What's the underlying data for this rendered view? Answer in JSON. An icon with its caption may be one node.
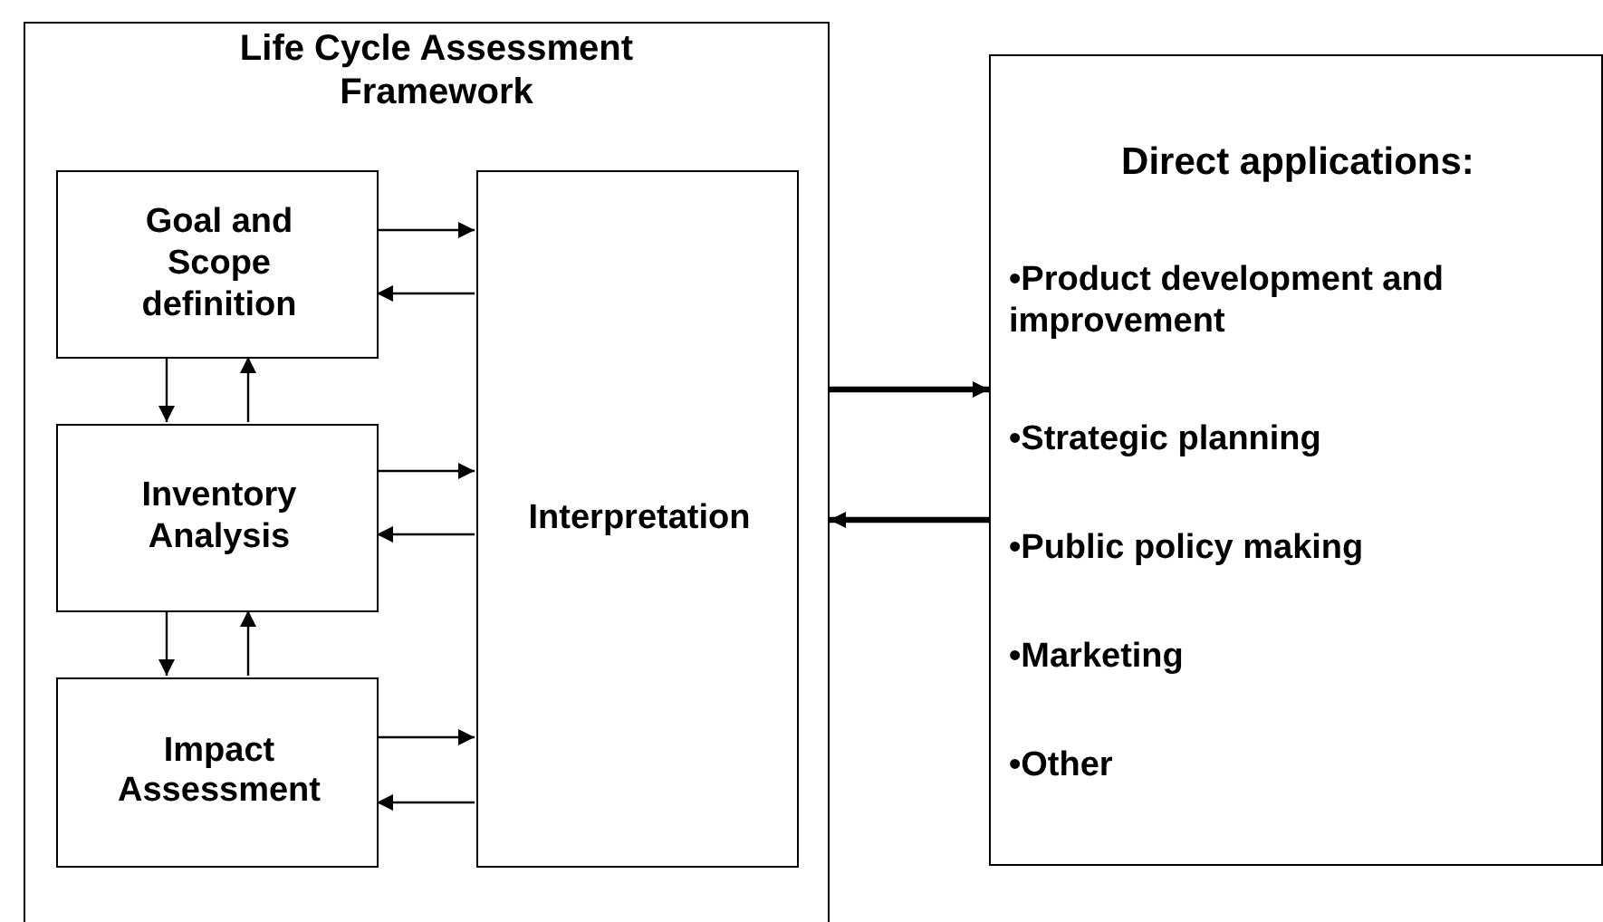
{
  "diagram": {
    "nodes": [
      {
        "text": [
          "Life Cycle Assessment Framework"
        ]
      },
      {
        "text": [
          "Goal and Scope definition"
        ],
        "in": 0
      },
      {
        "text": [
          "Inventory Analysis"
        ],
        "in": 0
      },
      {
        "text": [
          "Impact Assessment"
        ],
        "in": 0
      },
      {
        "text": [
          "Interpretation"
        ],
        "in": 0
      },
      {
        "text": [
          "Direct applications:",
          "•Product development and improvement",
          "•Strategic planning",
          "•Public policy making",
          "•Marketing",
          "•Other"
        ]
      }
    ],
    "edges": [
      {
        "from": 1,
        "to": 4,
        "arrow": "to"
      },
      {
        "from": 4,
        "to": 1,
        "arrow": "to"
      },
      {
        "from": 1,
        "to": 2,
        "arrow": "to"
      },
      {
        "from": 2,
        "to": 1,
        "arrow": "to"
      },
      {
        "from": 2,
        "to": 4,
        "arrow": "to"
      },
      {
        "from": 4,
        "to": 2,
        "arrow": "to"
      },
      {
        "from": 2,
        "to": 3,
        "arrow": "to"
      },
      {
        "from": 3,
        "to": 2,
        "arrow": "to"
      },
      {
        "from": 3,
        "to": 4,
        "arrow": "to"
      },
      {
        "from": 4,
        "to": 3,
        "arrow": "to"
      },
      {
        "from": 0,
        "to": 5,
        "arrow": "to",
        "style": "thick"
      },
      {
        "from": 5,
        "to": 0,
        "arrow": "to",
        "style": "thick"
      }
    ]
  }
}
